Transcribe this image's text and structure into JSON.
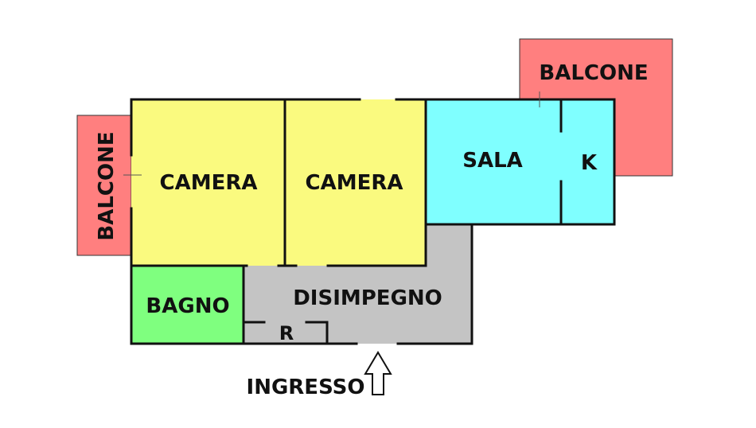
{
  "colors": {
    "camera": "#fafa7f",
    "sala": "#7fffff",
    "bagno": "#7fff7f",
    "disimpegno": "#c4c4c4",
    "balcone": "#ff7f7f",
    "wall": "#111111"
  },
  "rooms": {
    "balcone_right": "BALCONE",
    "balcone_left": "BALCONE",
    "camera_left": "CAMERA",
    "camera_right": "CAMERA",
    "sala": "SALA",
    "kitchen": "K",
    "bagno": "BAGNO",
    "disimpegno": "DISIMPEGNO",
    "ripostiglio": "R"
  },
  "entrance": {
    "label": "INGRESSO",
    "icon": "arrow-up-outline-icon"
  }
}
